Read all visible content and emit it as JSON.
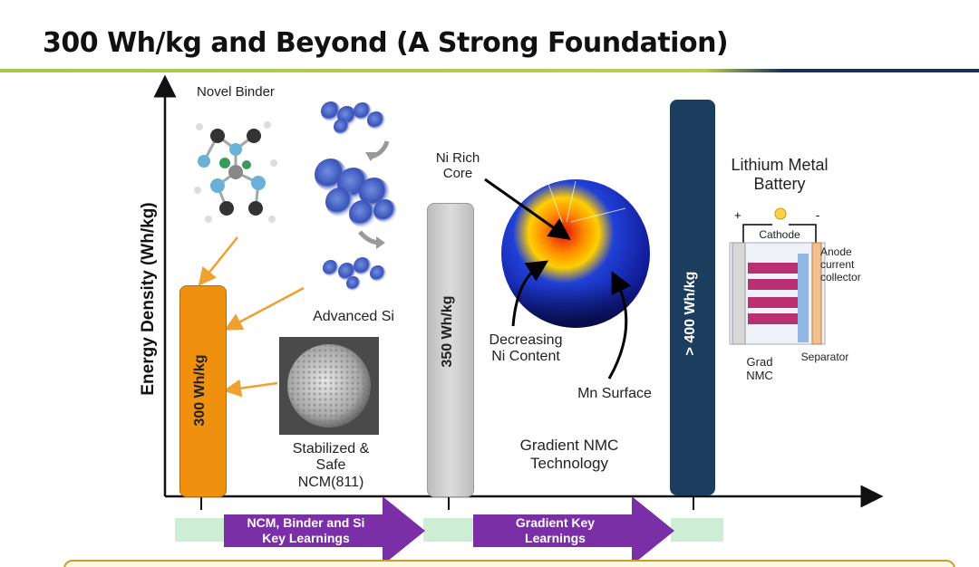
{
  "slide": {
    "title": "300 Wh/kg and Beyond (A Strong Foundation)",
    "accent_green": "#a6c84a",
    "accent_navy": "#1b2f5a"
  },
  "axis": {
    "y_label": "Energy Density (Wh/kg)"
  },
  "bars": {
    "b300": {
      "label": "300 Wh/kg",
      "color": "#f0900f"
    },
    "b350": {
      "label": "350 Wh/kg",
      "color": "#c8c8c8"
    },
    "b400": {
      "label": "> 400 Wh/kg",
      "color": "#1b3d5e"
    }
  },
  "labels": {
    "novel_binder": "Novel Binder",
    "advanced_si": "Advanced Si",
    "stabilized": [
      "Stabilized &",
      "Safe",
      "NCM(811)"
    ],
    "ni_rich": [
      "Ni Rich",
      "Core"
    ],
    "decreasing": [
      "Decreasing",
      "Ni Content"
    ],
    "mn_surface": "Mn Surface",
    "gradient_nmc": [
      "Gradient NMC",
      "Technology"
    ],
    "lithium_metal": [
      "Lithium Metal",
      "Battery"
    ],
    "cathode": "Cathode",
    "anode": [
      "Anode",
      "current",
      "collector"
    ],
    "grad_nmc": [
      "Grad",
      "NMC"
    ],
    "separator": "Separator"
  },
  "timeline": {
    "arrow1": [
      "NCM, Binder and Si",
      "Key Learnings"
    ],
    "arrow2": [
      "Gradient Key",
      "Learnings"
    ],
    "arrow_color": "#7b2fa6",
    "box_color": "#cdeed4"
  }
}
